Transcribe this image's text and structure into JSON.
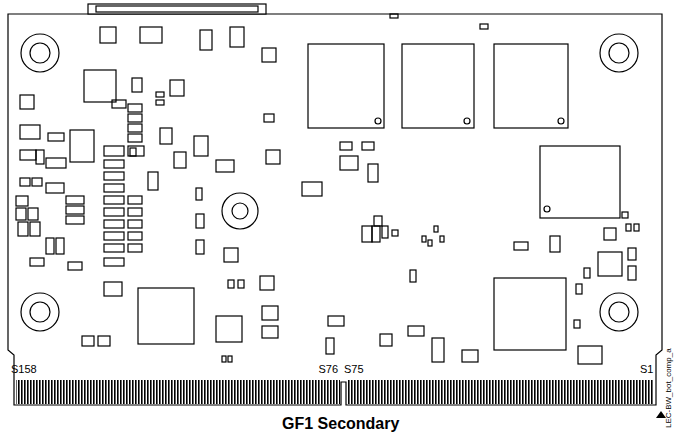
{
  "diagram": {
    "caption": "GF1 Secondary",
    "labels": [
      "S158",
      "S76",
      "S75",
      "S1",
      "LEC-BW_bot_comp_a"
    ]
  }
}
